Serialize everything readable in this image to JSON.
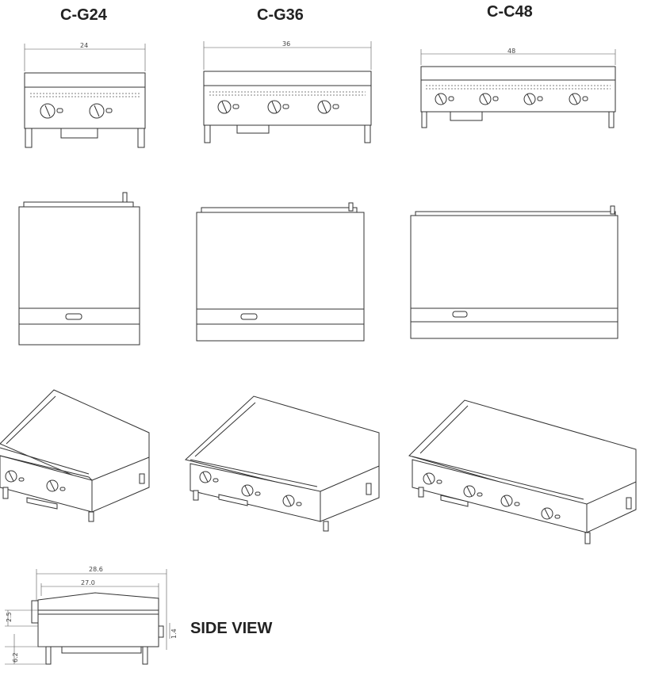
{
  "models": [
    {
      "name": "C-G24",
      "width_label": "24",
      "burners": 2
    },
    {
      "name": "C-G36",
      "width_label": "36",
      "burners": 3
    },
    {
      "name": "C-C48",
      "width_label": "48",
      "burners": 4
    }
  ],
  "side_view": {
    "title": "SIDE VIEW",
    "dim_overall": "28.6",
    "dim_depth": "27.0",
    "dim_back": "2.5",
    "dim_leg": "6.2",
    "dim_h": "1.4"
  }
}
